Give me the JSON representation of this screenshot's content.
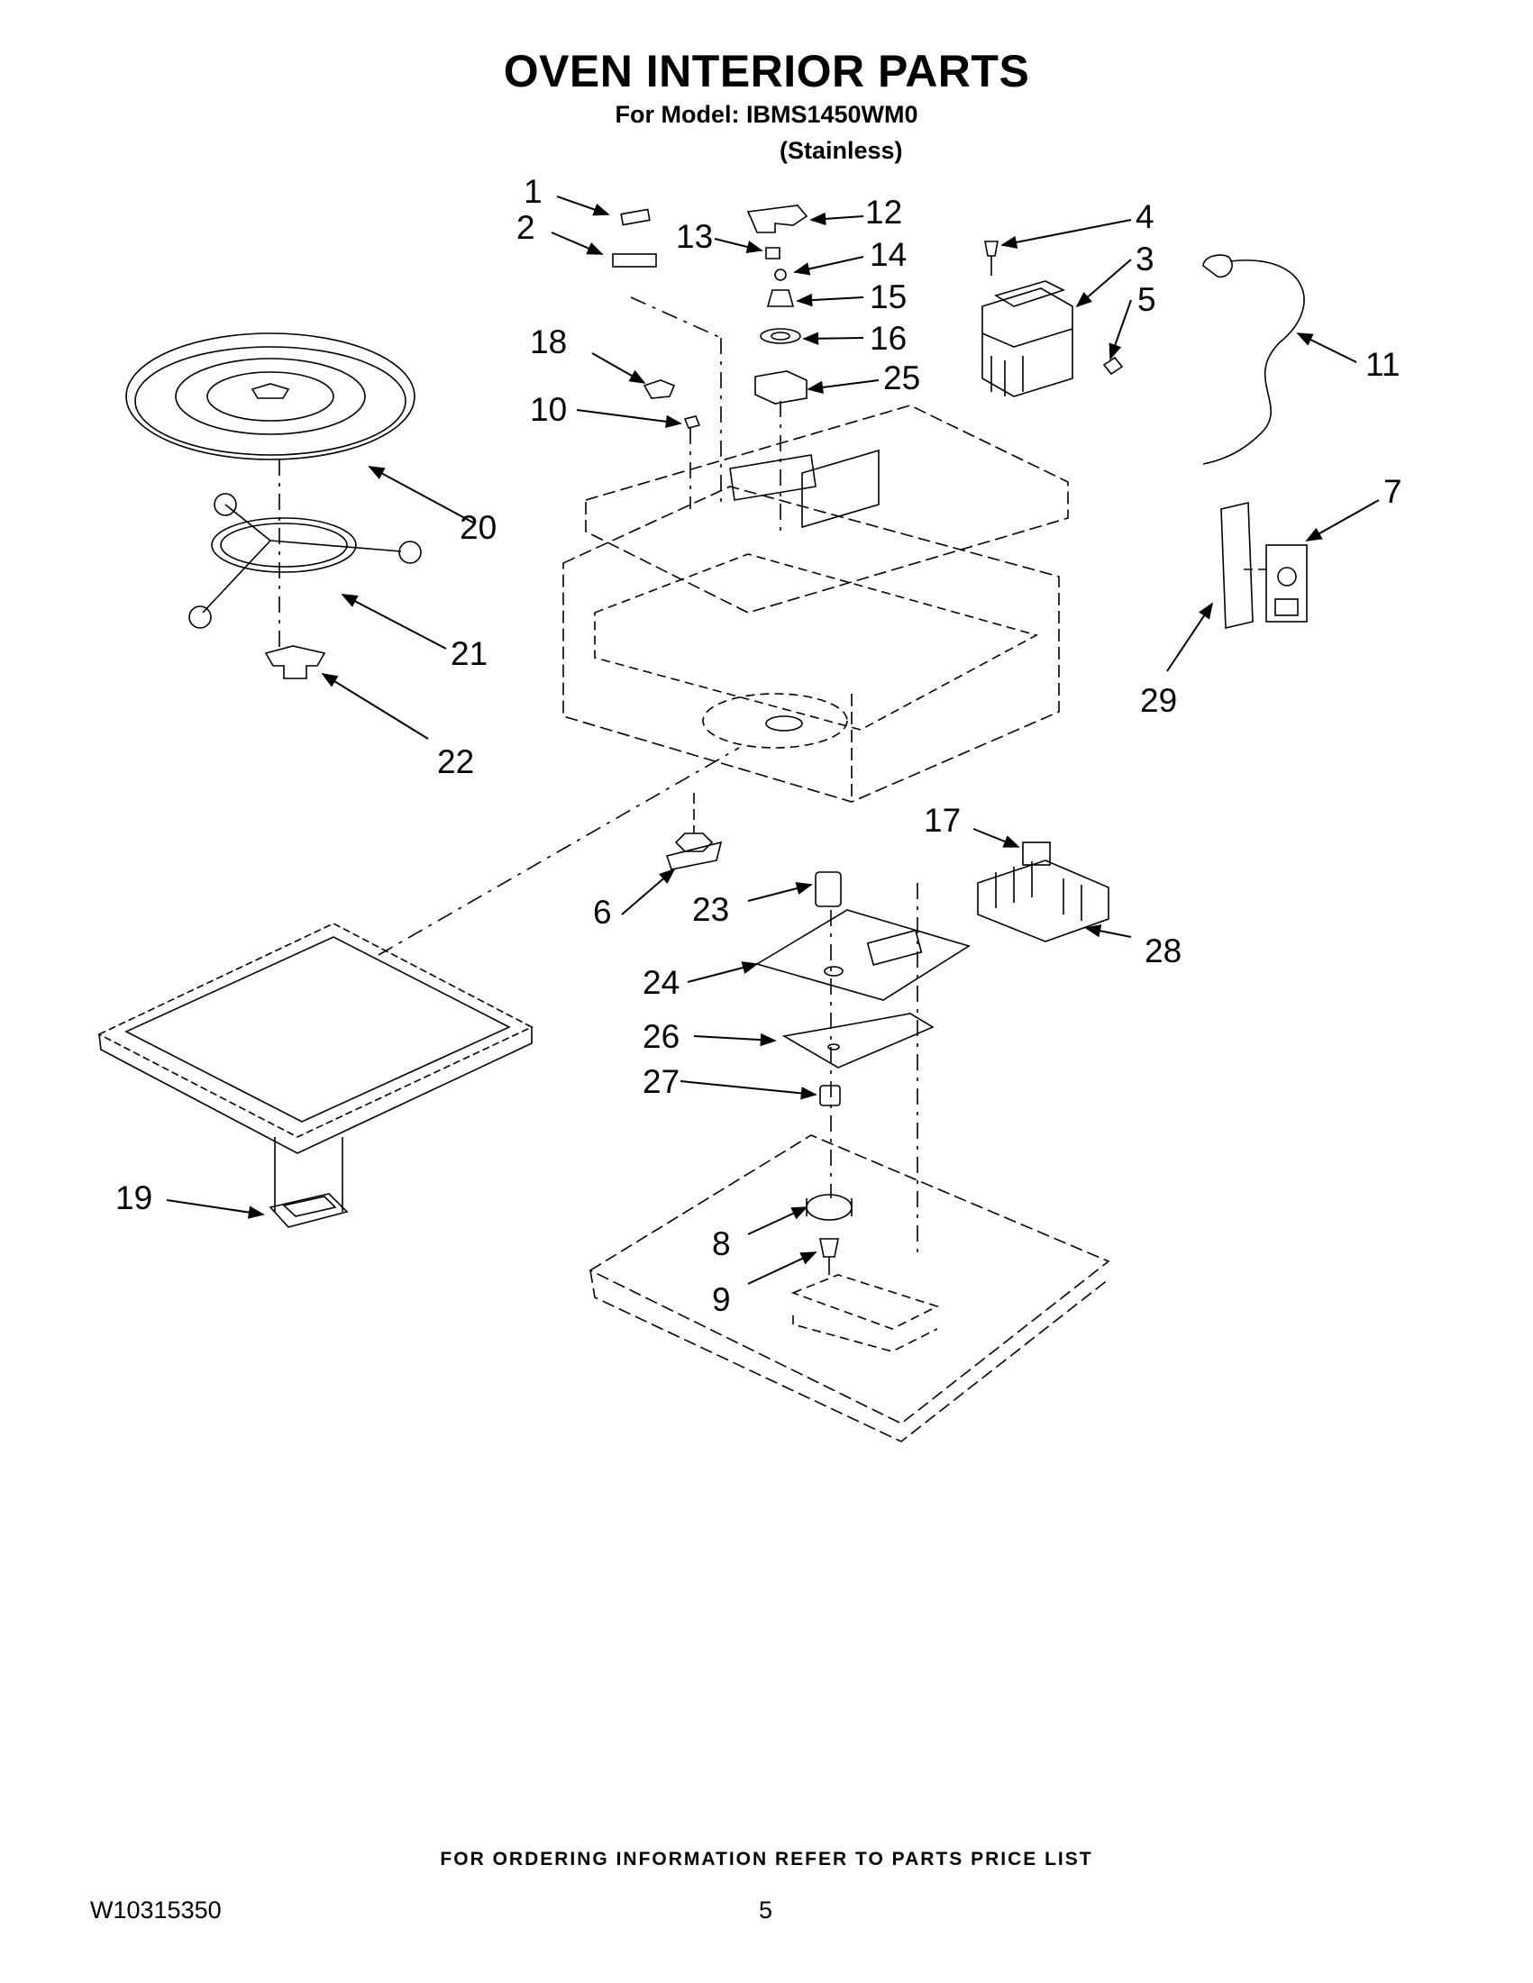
{
  "header": {
    "title": "OVEN INTERIOR PARTS",
    "model_line": "For Model: IBMS1450WM0",
    "variant": "(Stainless)"
  },
  "callouts": [
    "1",
    "2",
    "3",
    "4",
    "5",
    "6",
    "7",
    "8",
    "9",
    "10",
    "11",
    "12",
    "13",
    "14",
    "15",
    "16",
    "17",
    "18",
    "19",
    "20",
    "21",
    "22",
    "23",
    "24",
    "25",
    "26",
    "27",
    "28",
    "29"
  ],
  "footer": {
    "ordering_note": "FOR ORDERING INFORMATION REFER TO PARTS PRICE LIST",
    "document_number": "W10315350",
    "page_number": "5"
  }
}
